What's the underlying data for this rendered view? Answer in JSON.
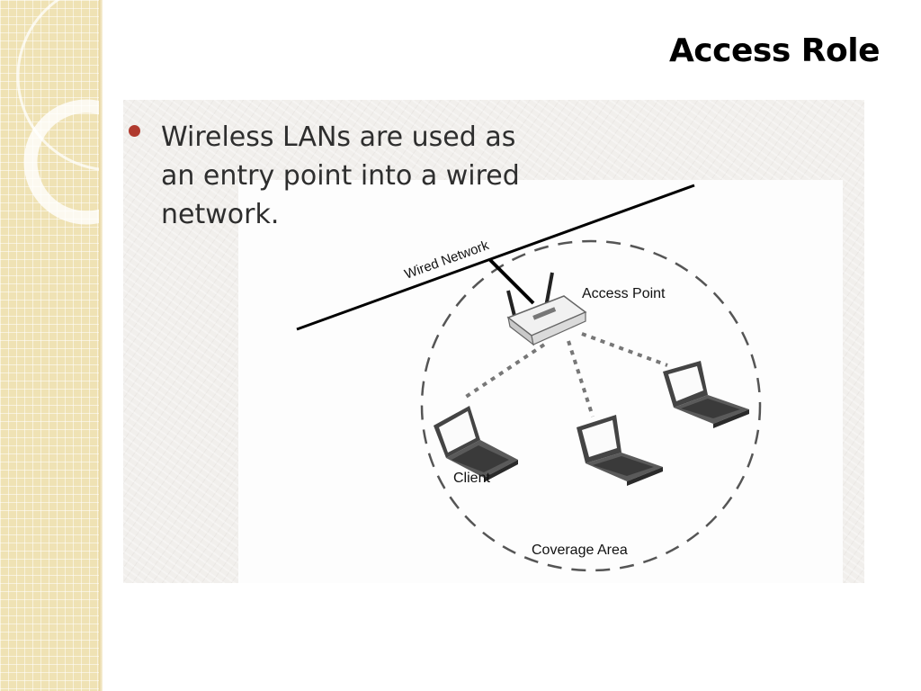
{
  "slide": {
    "title": "Access Role"
  },
  "bullet": {
    "text": "Wireless LANs are used as an entry point into a wired network."
  },
  "diagram": {
    "wired_network_label": "Wired Network",
    "access_point_label": "Access Point",
    "client_label": "Client",
    "coverage_area_label": "Coverage Area"
  },
  "colors": {
    "sidebar": "#efe2b4",
    "bullet": "#b03a2e"
  }
}
